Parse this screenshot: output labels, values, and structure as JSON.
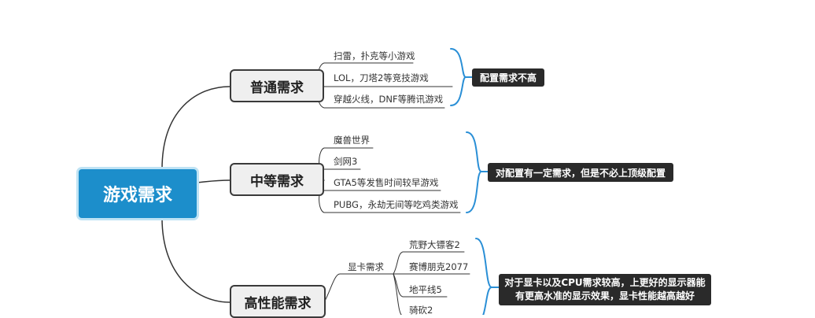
{
  "root": {
    "label": "游戏需求"
  },
  "categories": [
    {
      "label": "普通需求",
      "items": [
        "扫雷，扑克等小游戏",
        "LOL，刀塔2等竞技游戏",
        "穿越火线，DNF等腾讯游戏"
      ],
      "summary": "配置需求不高"
    },
    {
      "label": "中等需求",
      "items": [
        "魔兽世界",
        "剑网3",
        "GTA5等发售时间较早游戏",
        "PUBG，永劫无间等吃鸡类游戏"
      ],
      "summary": "对配置有一定需求，但是不必上顶级配置"
    },
    {
      "label": "高性能需求",
      "sub_label": "显卡需求",
      "items": [
        "荒野大镖客2",
        "赛博朋克2077",
        "地平线5",
        "骑砍2"
      ],
      "summary": "对于显卡以及CPU需求较高，上更好的显示器能有更高水准的显示效果，显卡性能越高越好"
    }
  ],
  "colors": {
    "root": "#1c8ecb",
    "bracket": "#2a8fd6",
    "line": "#333333",
    "note_bg": "#2a2a2a"
  }
}
